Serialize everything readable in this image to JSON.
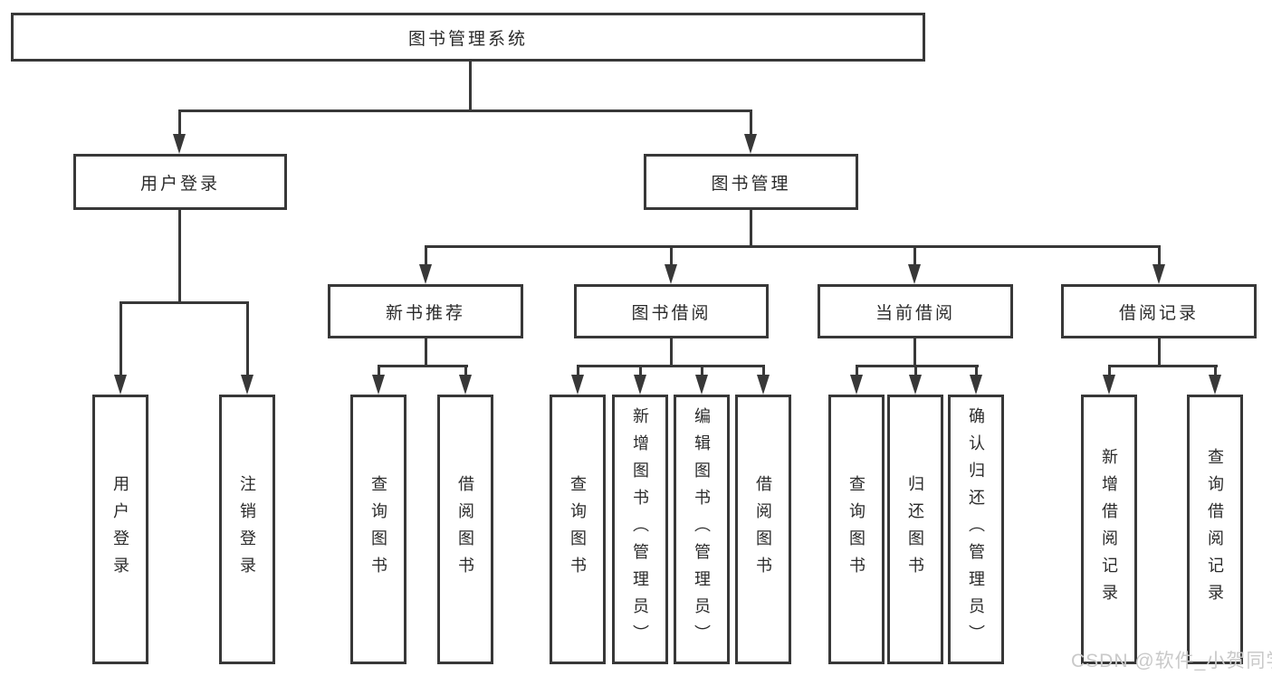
{
  "colors": {
    "background": "#ffffff",
    "line": "#383838",
    "border": "#383838",
    "text": "#2b2b2b",
    "box_fill": "#ffffff",
    "watermark": "#c9c9c9"
  },
  "tree": {
    "root": "图书管理系统",
    "user": {
      "label": "用户登录",
      "children": [
        "用户登录",
        "注销登录"
      ]
    },
    "book": {
      "label": "图书管理",
      "sections": [
        {
          "label": "新书推荐",
          "children": [
            "查询图书",
            "借阅图书"
          ]
        },
        {
          "label": "图书借阅",
          "children": [
            "查询图书",
            "新增图书（管理员）",
            "编辑图书（管理员）",
            "借阅图书"
          ]
        },
        {
          "label": "当前借阅",
          "children": [
            "查询图书",
            "归还图书",
            "确认归还（管理员）"
          ]
        },
        {
          "label": "借阅记录",
          "children": [
            "新增借阅记录",
            "查询借阅记录"
          ]
        }
      ]
    }
  },
  "watermark": "CSDN @软件_小贺同学"
}
